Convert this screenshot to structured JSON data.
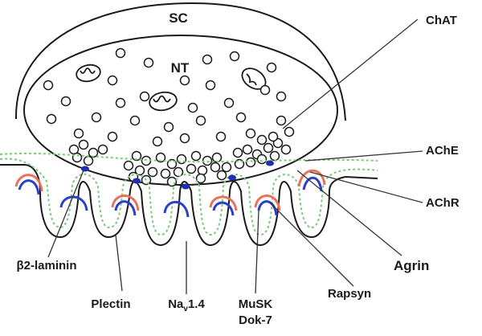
{
  "figure": {
    "compartments": {
      "schwann_cell": "SC",
      "nerve_terminal": "NT"
    },
    "labels": {
      "chat": "ChAT",
      "ache": "AChE",
      "achr": "AChR",
      "agrin": "Agrin",
      "rapsyn": "Rapsyn",
      "musk": "MuSK",
      "dok7": "Dok-7",
      "nav_base": "Na",
      "nav_sub": "v",
      "nav_suffix": "1.4",
      "plectin": "Plectin",
      "b2_laminin": "β2-laminin"
    },
    "colors": {
      "outline": "#1a1a1a",
      "achr_arc": "#2b3fc9",
      "rapsyn_arc": "#e8735a",
      "basal_lamina": "#7cc87c",
      "active_zone": "#1f2fb0"
    }
  }
}
